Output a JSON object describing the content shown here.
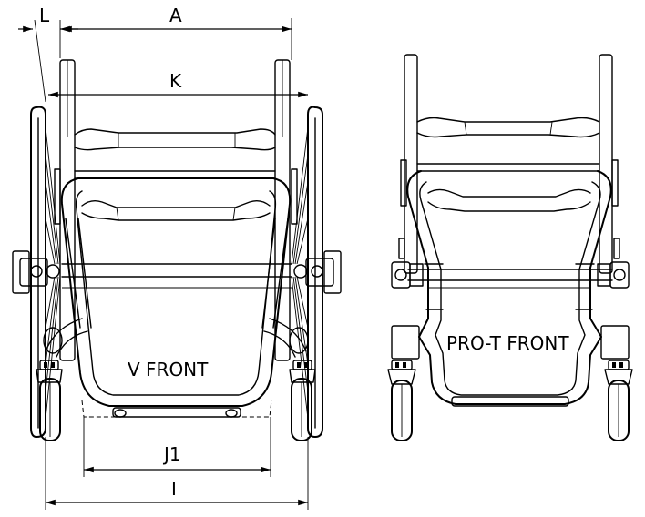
{
  "dimensions": {
    "L": "L",
    "A": "A",
    "K": "K",
    "J1": "J1",
    "I": "I"
  },
  "views": {
    "left_label": "V FRONT",
    "right_label": "PRO-T FRONT"
  }
}
